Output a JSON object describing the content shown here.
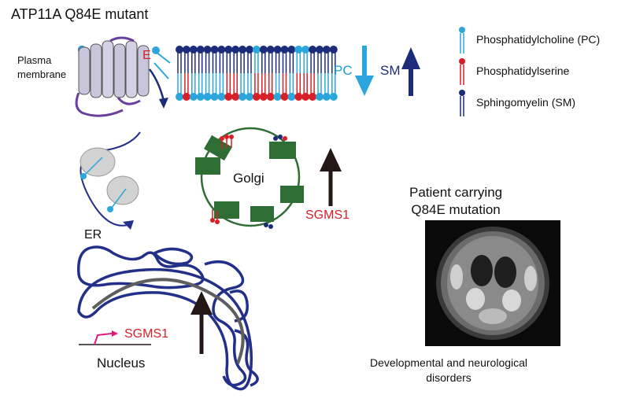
{
  "title": "ATP11A Q84E mutant",
  "membrane_label_line1": "Plasma",
  "membrane_label_line2": "membrane",
  "mutation_residue": "E",
  "pc_arrow_label": "PC",
  "sm_arrow_label": "SM",
  "legend": {
    "pc": "Phosphatidylcholine (PC)",
    "ps": "Phosphatidylserine",
    "sm": "Sphingomyelin (SM)"
  },
  "golgi_label": "Golgi",
  "sgms1_golgi": "SGMS1",
  "er_label": "ER",
  "sgms1_nucleus": "SGMS1",
  "nucleus_label": "Nucleus",
  "patient_line1": "Patient carrying",
  "patient_line2": "Q84E mutation",
  "disorders_line1": "Developmental and neurological",
  "disorders_line2": "disorders",
  "colors": {
    "pc": "#2aa6dc",
    "ps": "#d81e27",
    "sm": "#1c2c7a",
    "golgi": "#2e6e34",
    "er": "#22308a",
    "promoter": "#e0177c",
    "transporter": "#c9c6db"
  }
}
